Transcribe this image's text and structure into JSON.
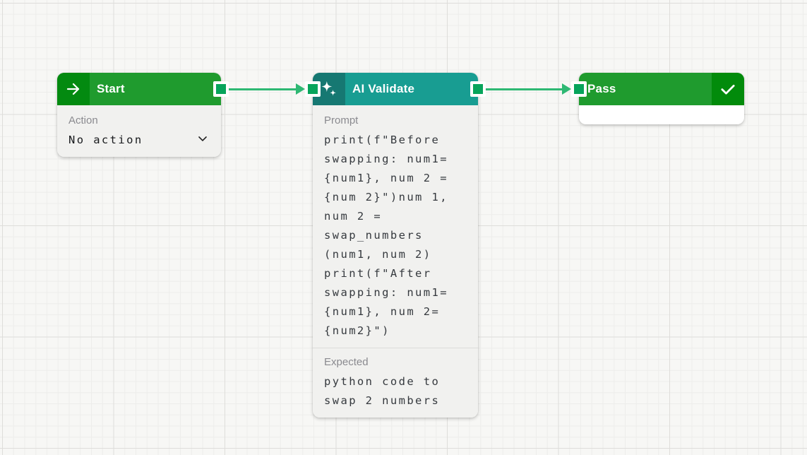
{
  "canvas": {
    "background_color": "#f7f7f5",
    "grid_minor_color": "#ededeb",
    "grid_major_color": "#deddda"
  },
  "nodes": {
    "start": {
      "title": "Start",
      "icon": "arrow-right-icon",
      "header_color": "#1f9b2e",
      "icon_bg_color": "#038a10",
      "action_label": "Action",
      "action_value": "No action"
    },
    "ai_validate": {
      "title": "AI Validate",
      "icon": "sparkles-icon",
      "header_color": "#189d92",
      "icon_bg_color": "#167872",
      "prompt_label": "Prompt",
      "prompt_value": "print(f\"Before\nswapping: num1=\n{num1}, num 2 =\n{num 2}\")num 1,\nnum 2 =\nswap_numbers\n(num1, num 2)\nprint(f\"After\nswapping: num1=\n{num1}, num 2=\n{num2}\")",
      "expected_label": "Expected",
      "expected_value": "python code to\nswap 2 numbers"
    },
    "pass": {
      "title": "Pass",
      "icon": "check-icon",
      "header_color": "#1f9b2e",
      "icon_bg_color": "#028b0b"
    }
  },
  "connections": {
    "edge_color": "#2eb873",
    "port_color": "#07a45b"
  }
}
